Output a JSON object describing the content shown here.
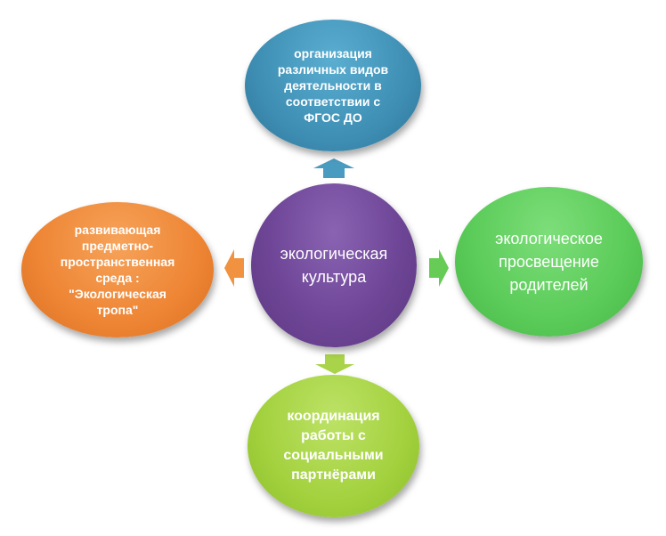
{
  "nodes": {
    "center": {
      "text": "экологическая\nкультура",
      "color": "#6f4697"
    },
    "top": {
      "text": "организация\nразличных видов\nдеятельности в\nсоответствии  с\nФГОС ДО",
      "color": "#3f8fb5"
    },
    "left": {
      "text": "развивающая\nпредметно-\nпространственная\nсреда :\n\"Экологическая\nтропа\"",
      "color": "#ee8534"
    },
    "right": {
      "text": "экологическое\nпросвещение\nродителей",
      "color": "#5acb58"
    },
    "bottom": {
      "text": "координация\nработы с\nсоциальными\nпартнёрами",
      "color": "#a3d13e"
    }
  },
  "arrows": {
    "up": {
      "color": "#4a9bc0"
    },
    "left": {
      "color": "#f0923f"
    },
    "right": {
      "color": "#66cc55"
    },
    "down": {
      "color": "#a9d44a"
    }
  }
}
